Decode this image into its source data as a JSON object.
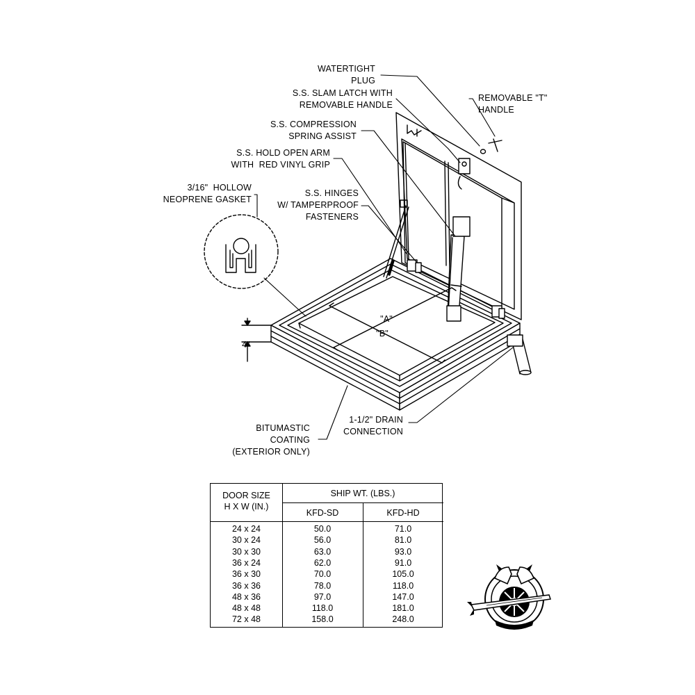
{
  "callouts": {
    "watertight_plug": "WATERTIGHT\nPLUG",
    "slam_latch": "S.S. SLAM LATCH WITH\nREMOVABLE HANDLE",
    "t_handle": "REMOVABLE \"T\"\nHANDLE",
    "compression_spring": "S.S. COMPRESSION\nSPRING ASSIST",
    "hold_open_arm": "S.S. HOLD OPEN ARM\nWITH  RED VINYL GRIP",
    "gasket": "3/16\"  HOLLOW\nNEOPRENE GASKET",
    "hinges": "S.S. HINGES\nW/ TAMPERPROOF\nFASTENERS",
    "bitumastic": "BITUMASTIC\nCOATING\n(EXTERIOR ONLY)",
    "drain": "1-1/2\" DRAIN\nCONNECTION"
  },
  "dimensions": {
    "a": "\"A\"",
    "b": "\"B\"",
    "height": "4\""
  },
  "table": {
    "col_size_header": "DOOR SIZE\nH X W (IN.)",
    "ship_wt_header": "SHIP WT. (LBS.)",
    "col_sd": "KFD-SD",
    "col_hd": "KFD-HD",
    "rows": [
      {
        "size": "24 x 24",
        "sd": "50.0",
        "hd": "71.0"
      },
      {
        "size": "30 x 24",
        "sd": "56.0",
        "hd": "81.0"
      },
      {
        "size": "30 x 30",
        "sd": "63.0",
        "hd": "93.0"
      },
      {
        "size": "36 x 24",
        "sd": "62.0",
        "hd": "91.0"
      },
      {
        "size": "36 x 30",
        "sd": "70.0",
        "hd": "105.0"
      },
      {
        "size": "36 x 36",
        "sd": "78.0",
        "hd": "118.0"
      },
      {
        "size": "48 x 36",
        "sd": "97.0",
        "hd": "147.0"
      },
      {
        "size": "48 x 48",
        "sd": "118.0",
        "hd": "181.0"
      },
      {
        "size": "72 x 48",
        "sd": "158.0",
        "hd": "248.0"
      }
    ]
  },
  "logo": {
    "name": "union-emblem-icon"
  }
}
